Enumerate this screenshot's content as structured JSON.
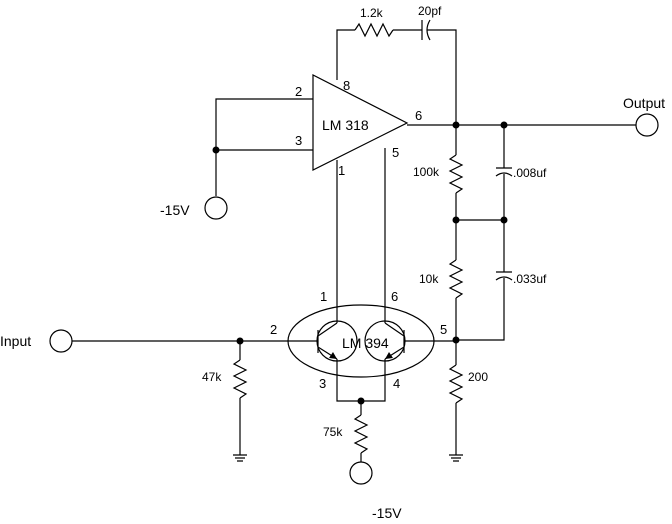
{
  "labels": {
    "input": "Input",
    "output": "Output",
    "neg_supply_top": "-15V",
    "neg_supply_bottom": "-15V"
  },
  "components": {
    "opamp": {
      "name": "LM 318",
      "pins": {
        "p2": "2",
        "p3": "3",
        "p8": "8",
        "p6": "6",
        "p5": "5",
        "p1": "1"
      }
    },
    "pair": {
      "name": "LM 394",
      "pins": {
        "p1": "1",
        "p6": "6",
        "p2": "2",
        "p5": "5",
        "p3": "3",
        "p4": "4"
      }
    },
    "r_feedback": "1.2k",
    "c_feedback": "20pf",
    "r_100k": "100k",
    "r_10k": "10k",
    "r_200": "200",
    "r_47k": "47k",
    "r_75k": "75k",
    "c_008": ".008uf",
    "c_033": ".033uf"
  }
}
